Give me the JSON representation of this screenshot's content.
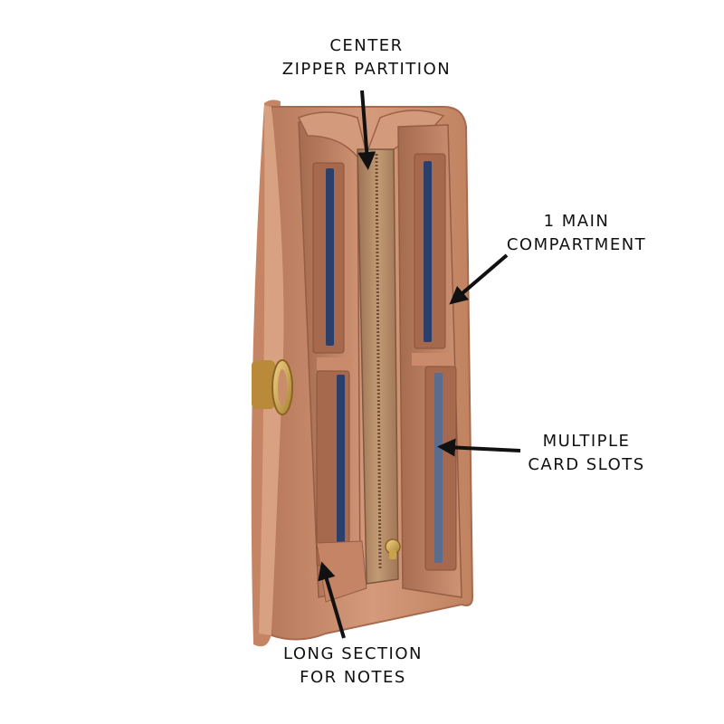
{
  "annotations": {
    "center_zipper": {
      "line1": "CENTER",
      "line2": "ZIPPER PARTITION"
    },
    "main_compartment": {
      "line1": "1 MAIN",
      "line2": "COMPARTMENT"
    },
    "card_slots": {
      "line1": "MULTIPLE",
      "line2": "CARD SLOTS"
    },
    "long_section": {
      "line1": "LONG SECTION",
      "line2": "FOR NOTES"
    }
  },
  "colors": {
    "leather": "#c9896a",
    "leather_dark": "#a86a4e",
    "leather_light": "#dba587",
    "lining": "#b58a66",
    "card_blue": "#2b3f6b",
    "hardware_gold": "#c9a24a",
    "ink": "#111111"
  }
}
